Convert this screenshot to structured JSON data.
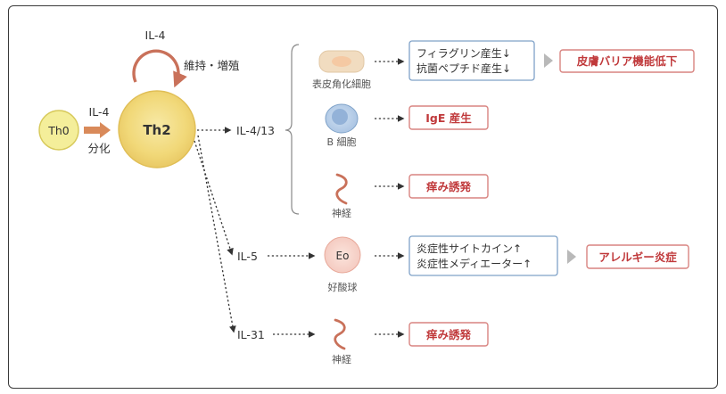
{
  "labels": {
    "th0": "Th0",
    "th2": "Th2",
    "il4_top": "IL-4",
    "maintain": "維持・増殖",
    "il4_left": "IL-4",
    "differentiation": "分化",
    "il413": "IL-4/13",
    "il5": "IL-5",
    "il31": "IL-31",
    "keratinocyte": "表皮角化細胞",
    "bcell": "B 細胞",
    "nerve1": "神経",
    "eosinophil": "好酸球",
    "eo": "Eo",
    "nerve2": "神経",
    "filaggrin": "フィラグリン産生↓",
    "peptide": "抗菌ペプチド産生↓",
    "barrier": "皮膚バリア機能低下",
    "ige": "IgE 産生",
    "itch1": "痒み誘発",
    "cytokine": "炎症性サイトカイン↑",
    "mediator": "炎症性メディエーター↑",
    "allergy": "アレルギー炎症",
    "itch2": "痒み誘発"
  },
  "colors": {
    "red": "#c0393b",
    "blue_border": "#7fa2c8",
    "th2_fill": "#f3d77a",
    "th0_fill": "#f4ee9a",
    "arrow_orange": "#d98a5a",
    "gray_arrow": "#b9b9b9"
  }
}
